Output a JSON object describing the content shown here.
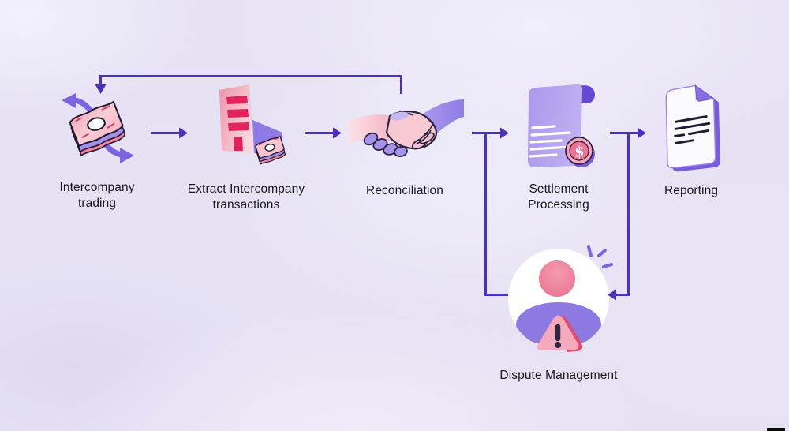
{
  "diagram": {
    "type": "process-flow",
    "background": "#E6E2F4",
    "connector_color": "#4A30BF",
    "label_color": "#18171D",
    "nodes": [
      {
        "id": "intercompany-trading",
        "label": "Intercompany trading",
        "icon": "money-exchange-icon"
      },
      {
        "id": "extract-transactions",
        "label": "Extract Intercompany transactions",
        "icon": "building-invoice-icon"
      },
      {
        "id": "reconciliation",
        "label": "Reconciliation",
        "icon": "handshake-icon"
      },
      {
        "id": "settlement-processing",
        "label": "Settlement Processing",
        "icon": "settlement-scroll-coin-icon"
      },
      {
        "id": "reporting",
        "label": "Reporting",
        "icon": "report-document-icon"
      },
      {
        "id": "dispute-management",
        "label": "Dispute Management",
        "icon": "dispute-avatar-warning-icon"
      }
    ],
    "edges": [
      {
        "from": "intercompany-trading",
        "to": "extract-transactions",
        "style": "arrow-right"
      },
      {
        "from": "extract-transactions",
        "to": "reconciliation",
        "style": "arrow-right"
      },
      {
        "from": "reconciliation",
        "to": "settlement-processing",
        "style": "arrow-right"
      },
      {
        "from": "settlement-processing",
        "to": "reporting",
        "style": "arrow-right"
      },
      {
        "from": "reconciliation",
        "to": "intercompany-trading",
        "style": "feedback-loop-top"
      },
      {
        "from": "settlement-processing",
        "to": "dispute-management",
        "style": "branch-down-arrow"
      },
      {
        "from": "dispute-management",
        "to": "settlement-processing",
        "style": "branch-up-merge"
      }
    ]
  }
}
